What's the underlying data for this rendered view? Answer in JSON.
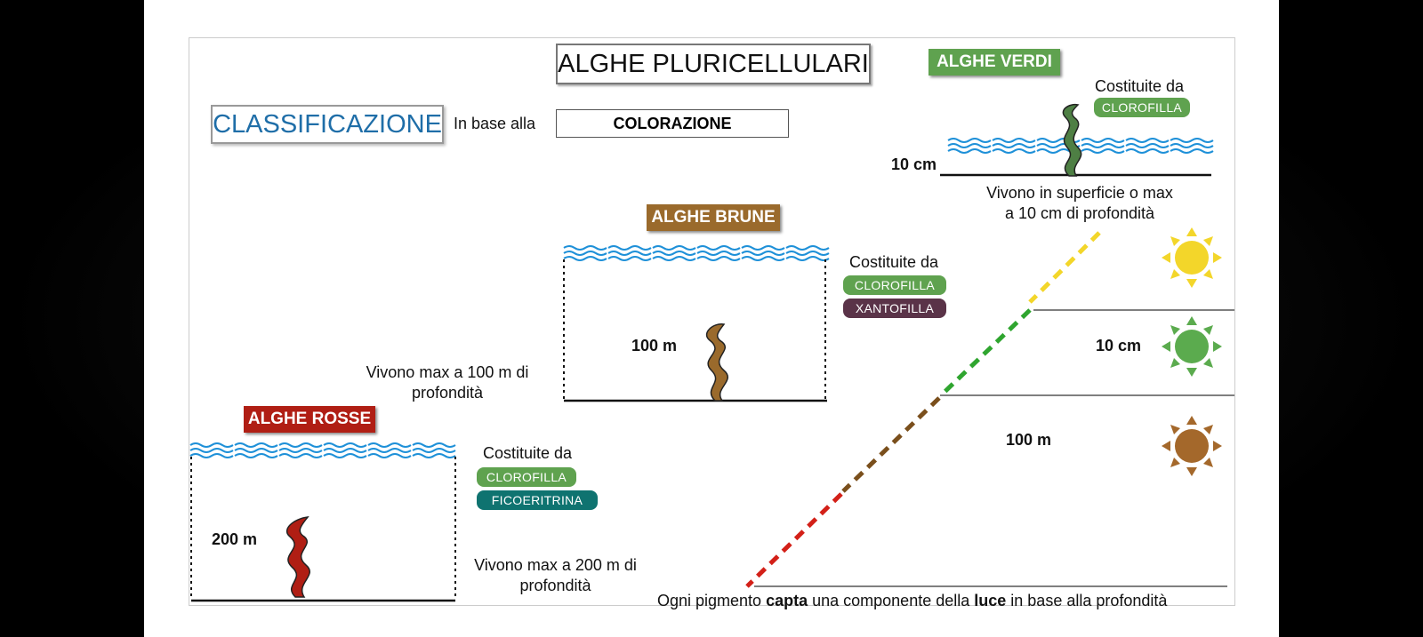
{
  "title": "ALGHE PLURICELLULARI",
  "classification": {
    "heading": "CLASSIFICAZIONE",
    "basis_prefix": "In base alla",
    "basis": "COLORAZIONE"
  },
  "verdi": {
    "tag": "ALGHE VERDI",
    "made_of": "Costituite da",
    "pigments": [
      "CLOROFILLA"
    ],
    "depth_label": "10 cm",
    "desc_line1": "Vivono in superficie o max",
    "desc_line2": "a 10 cm di profondità"
  },
  "brune": {
    "tag": "ALGHE BRUNE",
    "made_of": "Costituite da",
    "pigments": [
      "CLOROFILLA",
      "XANTOFILLA"
    ],
    "depth_label": "100 m",
    "desc_line1": "Vivono max a 100 m di",
    "desc_line2": "profondità"
  },
  "rosse": {
    "tag": "ALGHE ROSSE",
    "made_of": "Costituite da",
    "pigments": [
      "CLOROFILLA",
      "FICOERITRINA"
    ],
    "depth_label": "200 m",
    "desc_line1": "Vivono max a 200 m di",
    "desc_line2": "profondità"
  },
  "light": {
    "level_10cm": "10 cm",
    "level_100m": "100 m",
    "caption": {
      "p1": "Ogni pigmento ",
      "b1": "capta",
      "p2": " una componente della ",
      "b2": "luce",
      "p3": " in base alla  profondità"
    }
  },
  "colors": {
    "green": "#5fa24f",
    "brown": "#9a6a2c",
    "red": "#b01e14",
    "blue": "#1e90d8",
    "purple": "#5a3348",
    "teal": "#0f7370",
    "yellow": "#f3d62a",
    "sun_green": "#5bab4e",
    "sun_brown": "#a4682b"
  }
}
